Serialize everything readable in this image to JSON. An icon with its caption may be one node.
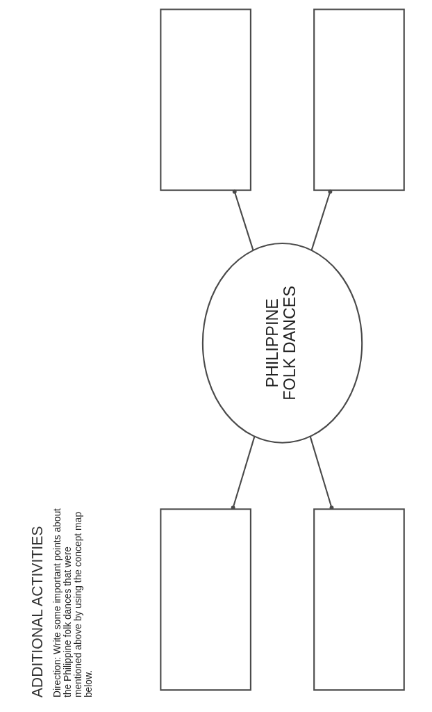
{
  "diagram": {
    "title": "ADDITIONAL ACTIVITIES",
    "nodes": [
      {
        "text": [],
        "shape": "box"
      },
      {
        "text": [],
        "shape": "box"
      },
      {
        "text": [
          "PHILIPPINE FOLK DANCES"
        ]
      },
      {
        "text": [],
        "shape": "box"
      },
      {
        "text": [],
        "shape": "box"
      }
    ],
    "edges": [
      {
        "from": 2,
        "to": 0,
        "arrow": "other"
      },
      {
        "from": 2,
        "to": 1,
        "arrow": "other"
      },
      {
        "from": 2,
        "to": 3,
        "arrow": "other"
      },
      {
        "from": 2,
        "to": 4,
        "arrow": "other"
      }
    ],
    "labels": [
      "Direction: Write some important points about the Philippine folk dances that were mentioned above by using the concept map below."
    ]
  }
}
